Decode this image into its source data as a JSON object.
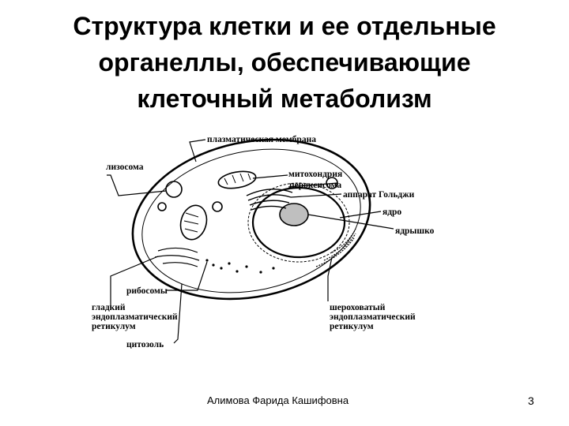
{
  "slide": {
    "title_lines": [
      "Структура клетки и ее отдельные",
      "органеллы, обеспечивающие",
      "клеточный метаболизм"
    ],
    "author": "Алимова Фарида Кашифовна",
    "page_number": "3"
  },
  "diagram": {
    "labels": {
      "plasma_membrane": "плазматическая мембрана",
      "lysosome": "лизосома",
      "mitochondria": "митохондрия",
      "peroxisome": "пероксисома",
      "golgi": "аппарат Гольджи",
      "nucleus": "ядро",
      "nucleolus": "ядрышко",
      "ribosomes": "рибосомы",
      "smooth_er_1": "гладкий",
      "smooth_er_2": "эндоплазматический",
      "smooth_er_3": "ретикулум",
      "rough_er_1": "шероховатый",
      "rough_er_2": "эндоплазматический",
      "rough_er_3": "ретикулум",
      "cytosol": "цитозоль"
    }
  }
}
